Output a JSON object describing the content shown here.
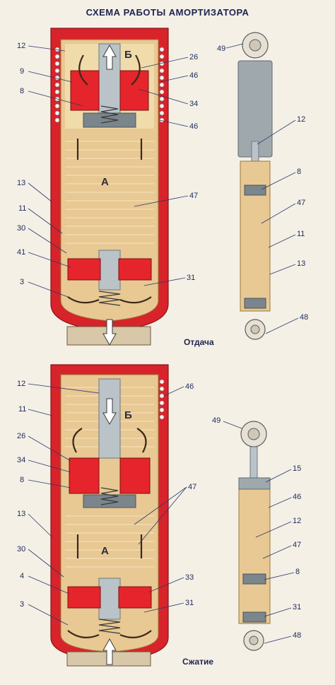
{
  "title": "СХЕМА РАБОТЫ АМОРТИЗАТОРА",
  "top_diagram": {
    "caption": "Отдача",
    "chamber_upper": "Б",
    "chamber_lower": "А",
    "left_labels": [
      "12",
      "9",
      "8",
      "13",
      "11",
      "30",
      "41",
      "3"
    ],
    "right_labels": [
      "26",
      "46",
      "34",
      "46",
      "47",
      "31"
    ],
    "side_labels": [
      "49",
      "12",
      "8",
      "47",
      "11",
      "13",
      "48"
    ]
  },
  "bottom_diagram": {
    "caption": "Сжатие",
    "chamber_upper": "Б",
    "chamber_lower": "А",
    "left_labels": [
      "12",
      "11",
      "26",
      "34",
      "8",
      "13",
      "30",
      "4",
      "3"
    ],
    "right_labels": [
      "46",
      "47",
      "33",
      "31"
    ],
    "side_labels": [
      "49",
      "15",
      "46",
      "12",
      "47",
      "8",
      "31",
      "48"
    ]
  },
  "colors": {
    "background": "#f4f0e6",
    "housing_red": "#d8232a",
    "fluid": "#e8c893",
    "rod": "#b9c3c8",
    "text": "#1f2a5c"
  }
}
